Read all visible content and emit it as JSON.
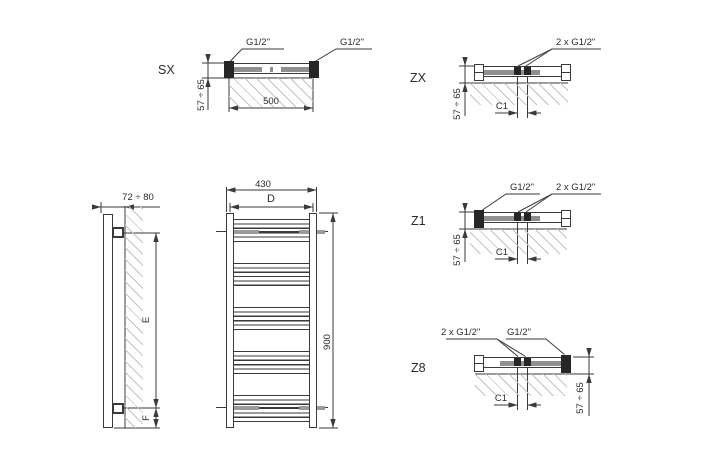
{
  "drawing_type": "radiator installation diagram",
  "views": {
    "sx": {
      "label": "SX",
      "left_port": "G1/2\"",
      "right_port": "G1/2\"",
      "depth_dim": "57 ÷ 65",
      "width_dim": "500"
    },
    "zx": {
      "label": "ZX",
      "center_ports": "2 x G1/2\"",
      "depth_dim": "57 ÷ 65",
      "spacing_dim": "C1"
    },
    "z1": {
      "label": "Z1",
      "left_port": "G1/2\"",
      "center_ports": "2 x G1/2\"",
      "depth_dim": "57 ÷ 65",
      "spacing_dim": "C1"
    },
    "z8": {
      "label": "Z8",
      "center_ports": "2 x G1/2\"",
      "right_port": "G1/2\"",
      "depth_dim": "57 ÷ 65",
      "spacing_dim": "C1"
    },
    "front": {
      "overall_width": "430",
      "axis_width": "D",
      "overall_height": "900"
    },
    "side": {
      "depth": "72 ÷ 80",
      "bracket_span": "E",
      "bottom_offset": "F"
    }
  },
  "colors": {
    "line": "#3a3a3a",
    "text": "#2b2b2b",
    "hatch": "#c3c3c3",
    "tube_fill": "#8f8f8f",
    "pad_fill": "#9b9b9b",
    "block_fill": "#262626",
    "background": "#ffffff"
  }
}
